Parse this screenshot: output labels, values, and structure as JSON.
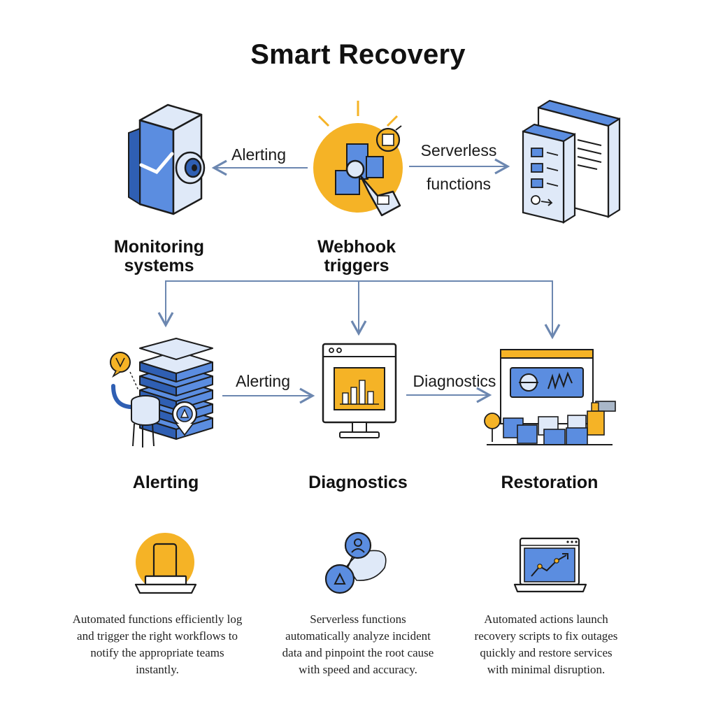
{
  "title": "Smart Recovery",
  "top_row": {
    "monitoring": {
      "label_line1": "Monitoring",
      "label_line2": "systems",
      "icon": "monitoring-server-icon"
    },
    "webhook": {
      "label_line1": "Webhook",
      "label_line2": "triggers",
      "icon": "webhook-icon"
    },
    "serverless": {
      "icon": "serverless-server-icon"
    }
  },
  "edges": {
    "webhook_to_monitoring": "Alerting",
    "webhook_to_serverless_line1": "Serverless",
    "webhook_to_serverless_line2": "functions",
    "alerting_to_diagnostics": "Alerting",
    "diagnostics_to_restoration": "Diagnostics"
  },
  "stages": [
    {
      "label": "Alerting",
      "icon": "server-stack-icon",
      "sub_icon": "laptop-phone-icon",
      "desc_lines": [
        "Automated functions efficiently log",
        "and trigger the right workflows to",
        "notify the appropriate teams",
        "instantly."
      ]
    },
    {
      "label": "Diagnostics",
      "icon": "monitor-chart-icon",
      "sub_icon": "linked-nodes-icon",
      "desc_lines": [
        "Serverless functions",
        "automatically analyze incident",
        "data and pinpoint the root cause",
        "with speed and accuracy."
      ]
    },
    {
      "label": "Restoration",
      "icon": "restoration-dashboard-icon",
      "sub_icon": "laptop-trend-icon",
      "desc_lines": [
        "Automated actions launch",
        "recovery scripts to fix outages",
        "quickly and restore services",
        "with minimal disruption."
      ]
    }
  ],
  "colors": {
    "blue": "#5b8de0",
    "blue_dark": "#2f5fb3",
    "orange": "#f5b326",
    "arrow": "#6c87b0",
    "outline": "#1c1c1c",
    "pale": "#dfe9f8"
  }
}
